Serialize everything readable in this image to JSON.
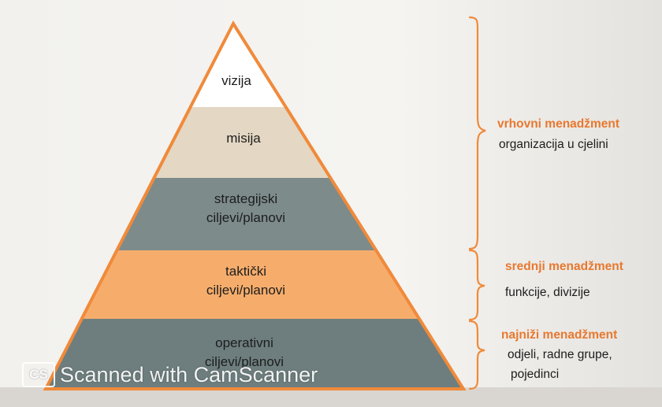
{
  "pyramid": {
    "levels": [
      {
        "lines": [
          "vizija"
        ],
        "color": "#ffffff"
      },
      {
        "lines": [
          "misija"
        ],
        "color": "#e4d7c3"
      },
      {
        "lines": [
          "strategijski",
          "ciljevi/planovi"
        ],
        "color": "#7d8b8b"
      },
      {
        "lines": [
          "taktički",
          "ciljevi/planovi"
        ],
        "color": "#f6ad6c"
      },
      {
        "lines": [
          "operativni",
          "ciljevi/planovi"
        ],
        "color": "#6e7e7e"
      }
    ],
    "border_color": "#f08a3a"
  },
  "management": [
    {
      "title": "vrhovni menadžment",
      "description": [
        "organizacija u cjelini"
      ]
    },
    {
      "title": "srednji menadžment",
      "description": [
        "funkcije, divizije"
      ]
    },
    {
      "title": "najniži menadžment",
      "description": [
        "odjeli, radne grupe,",
        "pojedinci"
      ]
    }
  ],
  "colors": {
    "accent": "#e8782f",
    "bracket": "#f08a3a"
  },
  "watermark": {
    "logo": "CS",
    "text": "Scanned with CamScanner"
  }
}
